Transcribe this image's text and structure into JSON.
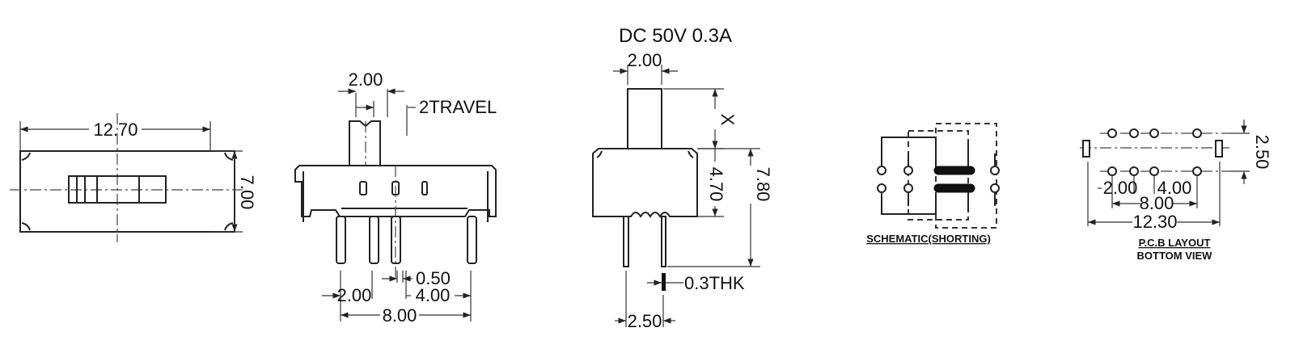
{
  "top_view": {
    "width_label": "12.70",
    "height_label": "7.00"
  },
  "side_view": {
    "actuator_width_label": "2.00",
    "travel_label": "2TRAVEL",
    "pin_width_label": "0.50",
    "pitch_small_label": "2.00",
    "pitch_large_label": "4.00",
    "overall_pin_span_label": "8.00"
  },
  "end_view": {
    "rating_label": "DC  50V  0.3A",
    "actuator_width_label": "2.00",
    "actuator_height_label": "X",
    "body_height_label": "4.70",
    "total_height_label": "7.80",
    "pin_thickness_label": "0.3THK",
    "pin_spacing_label": "2.50"
  },
  "schematic": {
    "caption": "SCHEMATIC(SHORTING)"
  },
  "pcb_layout": {
    "row_spacing_label": "2.50",
    "pitch_small_label": "2.00",
    "pitch_large_label": "4.00",
    "span_label": "8.00",
    "overall_label": "12.30",
    "caption_line1": "P.C.B LAYOUT",
    "caption_line2": "BOTTOM VIEW"
  }
}
